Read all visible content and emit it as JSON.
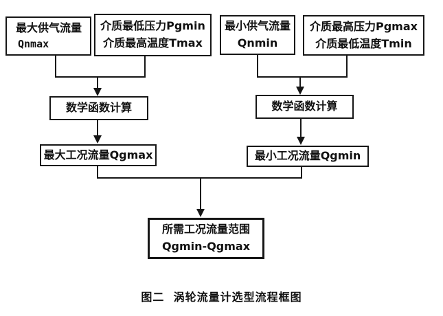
{
  "figure": {
    "nodes": {
      "qnmax": {
        "line1": "最大供气流量",
        "line2": "Qnmax"
      },
      "pgmin_tmax": {
        "line1": "介质最低压力Pgmin",
        "line2": "介质最高温度Tmax"
      },
      "qnmin": {
        "line1": "最小供气流量",
        "line2": "Qnmin"
      },
      "pgmax_tmin": {
        "line1": "介质最高压力Pgmax",
        "line2": "介质最低温度Tmin"
      },
      "math_left": {
        "line1": "数学函数计算"
      },
      "math_right": {
        "line1": "数学函数计算"
      },
      "qgmax": {
        "line1": "最大工况流量Qgmax"
      },
      "qgmin": {
        "line1": "最小工况流量Qgmin"
      },
      "result": {
        "line1": "所需工况流量范围",
        "line2": "Qgmin-Qgmax"
      }
    },
    "caption": "图二  涡轮流量计选型流程框图",
    "colors": {
      "line": "#161616",
      "background": "#ffffff"
    }
  }
}
